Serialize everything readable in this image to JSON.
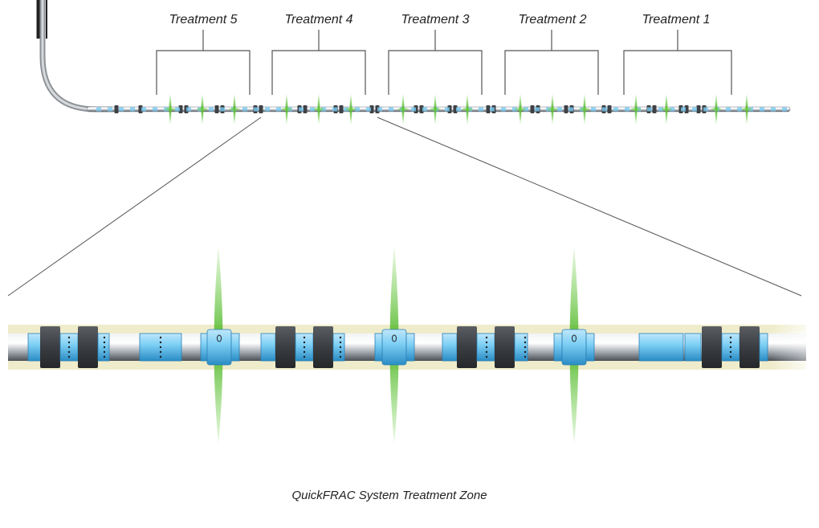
{
  "treatments": [
    {
      "label": "Treatment 5"
    },
    {
      "label": "Treatment 4"
    },
    {
      "label": "Treatment 3"
    },
    {
      "label": "Treatment 2"
    },
    {
      "label": "Treatment 1"
    }
  ],
  "caption": "QuickFRAC System Treatment Zone",
  "colors": {
    "tubing": "#b7bcc2",
    "sleeve": "#6cc3ee",
    "packer": "#3e4145",
    "fracture": "#5fbf3a",
    "formation": "#efeccb",
    "bracket": "#555555"
  }
}
